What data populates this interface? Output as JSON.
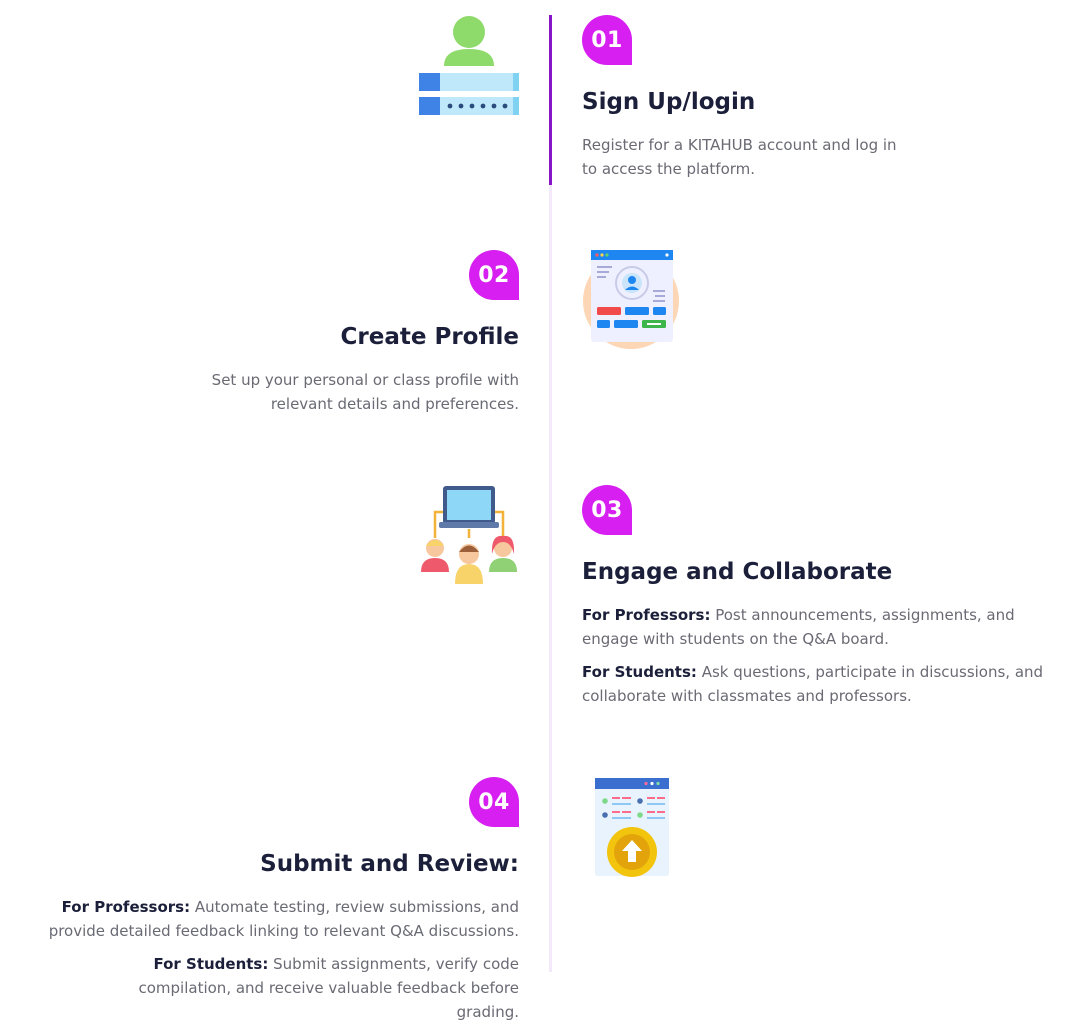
{
  "steps": [
    {
      "number": "01",
      "title": "Sign Up/login",
      "description": "Register for a KITAHUB account and log in to access the platform.",
      "icon": "user-login-icon"
    },
    {
      "number": "02",
      "title": "Create Profile",
      "description": "Set up your personal or class profile with relevant details and preferences.",
      "icon": "profile-setup-icon"
    },
    {
      "number": "03",
      "title": "Engage and Collaborate",
      "professors_label": "For Professors:",
      "professors_text": "Post announcements, assignments, and engage with students on the Q&A board.",
      "students_label": "For Students:",
      "students_text": "Ask questions, participate in discussions, and collaborate with classmates and professors.",
      "icon": "collaboration-icon"
    },
    {
      "number": "04",
      "title": "Submit and Review:",
      "professors_label": "For Professors:",
      "professors_text": "Automate testing, review submissions, and provide detailed feedback linking to relevant Q&A discussions.",
      "students_label": "For Students:",
      "students_text": "Submit assignments, verify code compilation, and receive valuable feedback before grading.",
      "icon": "upload-submission-icon"
    }
  ],
  "colors": {
    "badge": "#d61ff0",
    "timeline_active": "#8a14c8",
    "timeline_track": "#f4e8fb",
    "heading": "#1b1f3a",
    "body_text": "#6a6a74"
  }
}
